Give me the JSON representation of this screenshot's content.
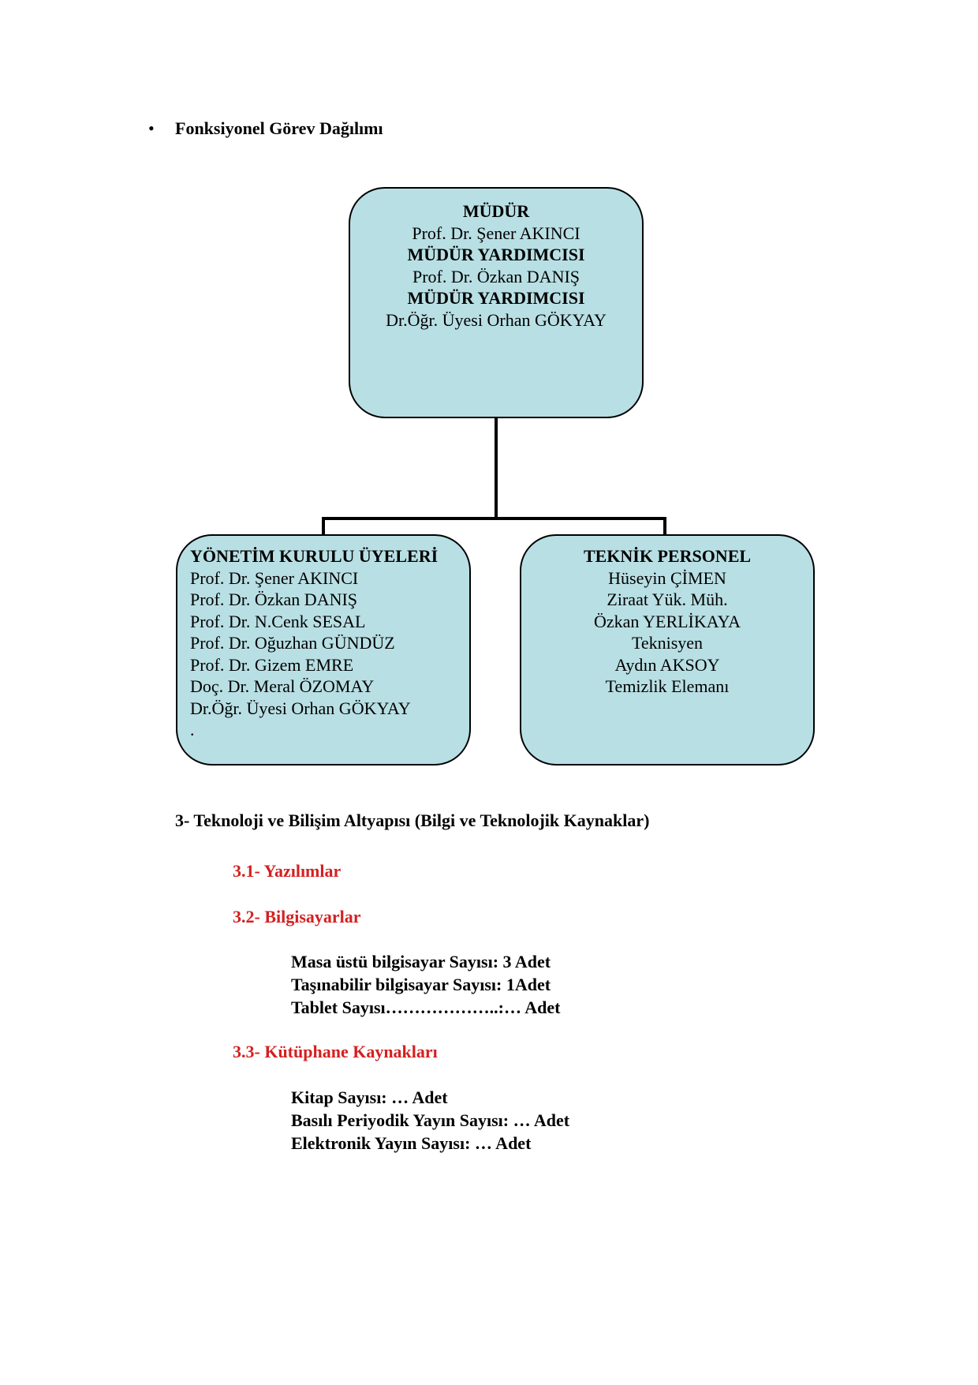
{
  "section": {
    "bullet": "•",
    "title": "Fonksiyonel Görev Dağılımı"
  },
  "org_chart": {
    "top_box": {
      "lines": [
        {
          "text": "MÜDÜR",
          "bold": true
        },
        {
          "text": "Prof. Dr. Şener AKINCI",
          "bold": false
        },
        {
          "text": "MÜDÜR YARDIMCISI",
          "bold": true
        },
        {
          "text": "Prof. Dr. Özkan DANIŞ",
          "bold": false
        },
        {
          "text": "MÜDÜR YARDIMCISI",
          "bold": true
        },
        {
          "text": "Dr.Öğr. Üyesi Orhan GÖKYAY",
          "bold": false
        }
      ]
    },
    "left_box": {
      "lines": [
        {
          "text": "YÖNETİM KURULU ÜYELERİ",
          "bold": true
        },
        {
          "text": "Prof. Dr. Şener AKINCI",
          "bold": false
        },
        {
          "text": "Prof. Dr. Özkan DANIŞ",
          "bold": false
        },
        {
          "text": "Prof. Dr. N.Cenk SESAL",
          "bold": false
        },
        {
          "text": "Prof. Dr. Oğuzhan GÜNDÜZ",
          "bold": false
        },
        {
          "text": "Prof. Dr. Gizem EMRE",
          "bold": false
        },
        {
          "text": "Doç. Dr. Meral ÖZOMAY",
          "bold": false
        },
        {
          "text": "Dr.Öğr. Üyesi Orhan GÖKYAY",
          "bold": false
        },
        {
          "text": ".",
          "bold": false
        }
      ]
    },
    "right_box": {
      "lines": [
        {
          "text": "TEKNİK PERSONEL",
          "bold": true
        },
        {
          "text": "Hüseyin ÇİMEN",
          "bold": false
        },
        {
          "text": "Ziraat Yük. Müh.",
          "bold": false
        },
        {
          "text": "Özkan YERLİKAYA",
          "bold": false
        },
        {
          "text": "Teknisyen",
          "bold": false
        },
        {
          "text": "Aydın AKSOY",
          "bold": false
        },
        {
          "text": "Temizlik Elemanı",
          "bold": false
        }
      ]
    },
    "box_fill": "#b8dfe4"
  },
  "technology": {
    "title": "3- Teknoloji ve Bilişim Altyapısı (Bilgi ve Teknolojik Kaynaklar)",
    "sub_color": "#d42020",
    "software_title": "3.1- Yazılımlar",
    "computers_title": "3.2- Bilgisayarlar",
    "computers": [
      "Masa üstü bilgisayar Sayısı: 3 Adet",
      "Taşınabilir bilgisayar Sayısı: 1Adet",
      "Tablet Sayısı………………..:… Adet"
    ],
    "library_title": "3.3- Kütüphane Kaynakları",
    "library": [
      "Kitap Sayısı: … Adet",
      "Basılı Periyodik Yayın Sayısı: … Adet",
      "Elektronik Yayın Sayısı: … Adet"
    ]
  }
}
